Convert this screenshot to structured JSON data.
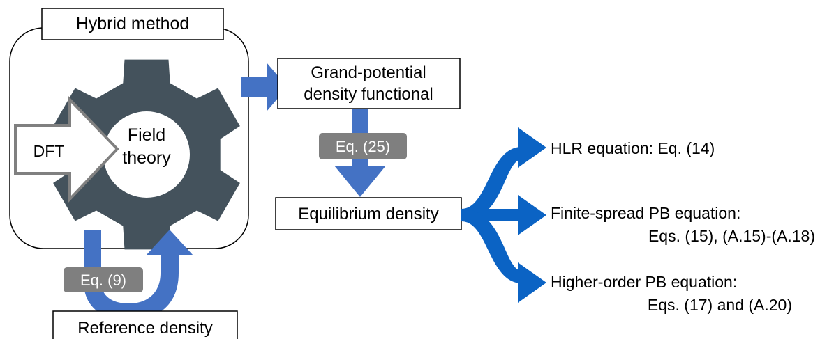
{
  "hybrid_title": "Hybrid method",
  "dft_label": "DFT",
  "field_theory": {
    "line1": "Field",
    "line2": "theory"
  },
  "grand_potential": {
    "line1": "Grand-potential",
    "line2": "density functional"
  },
  "eq25_badge": "Eq. (25)",
  "equilibrium_density": "Equilibrium density",
  "eq9_badge": "Eq. (9)",
  "reference_density": "Reference density",
  "outputs": {
    "hlr": "HLR equation: Eq. (14)",
    "finite_spread": {
      "line1": "Finite-spread PB equation:",
      "line2": "Eqs. (15), (A.15)-(A.18)"
    },
    "higher_order": {
      "line1": "Higher-order PB equation:",
      "line2": "Eqs. (17) and (A.20)"
    }
  },
  "colors": {
    "gear": "#44525c",
    "arrow_blue_light": "#4472c4",
    "arrow_blue_dark": "#0b63c4",
    "badge_gray": "#7f7f7f",
    "dft_arrow_border": "#808080"
  }
}
